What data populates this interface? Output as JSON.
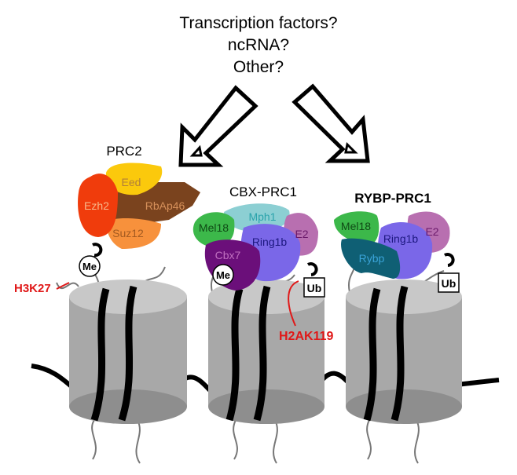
{
  "questions": [
    "Transcription factors?",
    "ncRNA?",
    "Other?"
  ],
  "prc2": {
    "title": "PRC2",
    "subunits": {
      "eed": "Eed",
      "ezh2": "Ezh2",
      "rbap46": "RbAp46",
      "suz12": "Suz12"
    },
    "mark": "Me",
    "site": "H3K27"
  },
  "cbx_prc1": {
    "title": "CBX-PRC1",
    "subunits": {
      "mel18": "Mel18",
      "mph1": "Mph1",
      "ring1b": "Ring1b",
      "e2": "E2",
      "cbx7": "Cbx7"
    },
    "me": "Me",
    "mark": "Ub",
    "site": "H2AK119"
  },
  "rybp_prc1": {
    "title": "RYBP-PRC1",
    "subunits": {
      "mel18": "Mel18",
      "ring1b": "Ring1b",
      "e2": "E2",
      "rybp": "Rybp"
    },
    "mark": "Ub"
  },
  "colors": {
    "ezh2": "#f03c0c",
    "eed": "#fbc90c",
    "rbap46": "#7a431e",
    "suz12": "#f7913c",
    "mel18": "#3cb84a",
    "mph1": "#8ccfd3",
    "ring1b": "#7a67e8",
    "e2": "#b86fb0",
    "cbx7": "#6b0f7a",
    "rybp": "#0f5f74",
    "red": "#e01818"
  }
}
